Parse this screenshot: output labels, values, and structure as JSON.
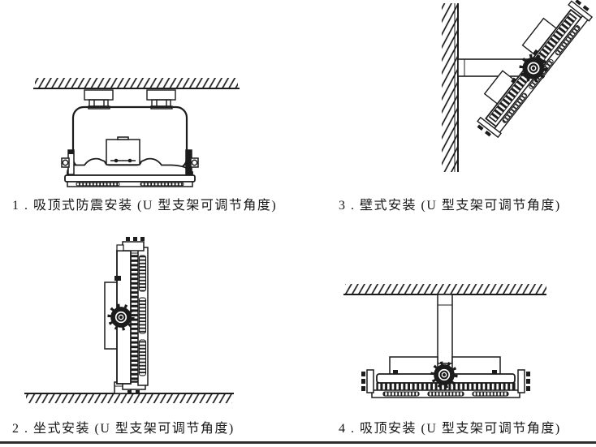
{
  "page": {
    "background": "#ffffff",
    "ink": "#1c1c1c",
    "bottom_rule_color": "#2e2e2e"
  },
  "figures": {
    "fig1": {
      "caption": "1 . 吸顶式防震安装 (U 型支架可调节角度)",
      "alt": "ceiling-anti-vibration-mount-diagram"
    },
    "fig2": {
      "caption": "2 . 坐式安装 (U 型支架可调节角度)",
      "alt": "seated-floor-mount-diagram"
    },
    "fig3": {
      "caption": "3 . 壁式安装 (U 型支架可调节角度)",
      "alt": "wall-mount-diagram"
    },
    "fig4": {
      "caption": "4 . 吸顶安装 (U 型支架可调节角度)",
      "alt": "ceiling-pole-mount-diagram"
    }
  }
}
